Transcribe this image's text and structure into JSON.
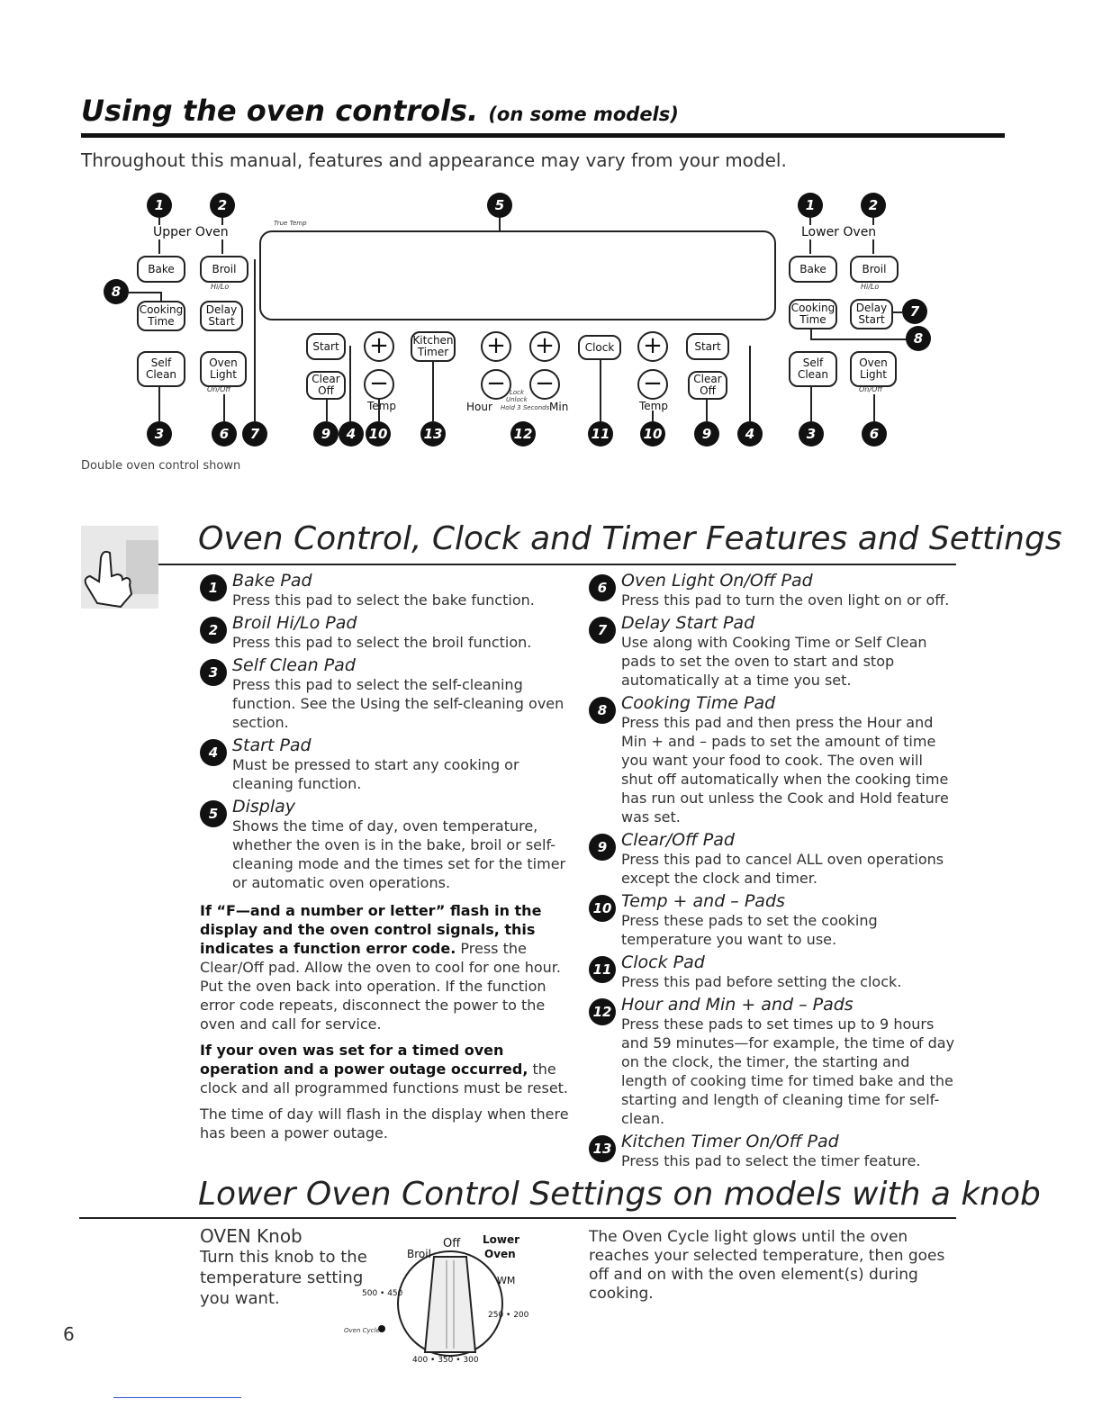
{
  "header": {
    "title": "Using the oven controls.",
    "title_sub": "(on some models)",
    "intro": "Throughout this manual, features and appearance may vary from your model."
  },
  "diagram": {
    "upper_oven": "Upper Oven",
    "lower_oven": "Lower Oven",
    "true_temp": "True Temp",
    "bake": "Bake",
    "broil": "Broil",
    "hi_lo": "Hi/Lo",
    "cooking_time": [
      "Cooking",
      "Time"
    ],
    "delay_start": [
      "Delay",
      "Start"
    ],
    "self_clean": [
      "Self",
      "Clean"
    ],
    "oven_light": [
      "Oven",
      "Light"
    ],
    "on_off": "On/Off",
    "start": "Start",
    "clear_off": [
      "Clear",
      "Off"
    ],
    "kitchen_timer": [
      "Kitchen",
      "Timer"
    ],
    "clock": "Clock",
    "temp": "Temp",
    "hour": "Hour",
    "hold": "Hold 3 Seconds",
    "min": "Min",
    "lock": "Lock",
    "unlock": "Unlock",
    "plus": "+",
    "minus": "−",
    "caption": "Double oven control shown"
  },
  "features": {
    "title": "Oven Control, Clock and Timer Features and Settings",
    "left": [
      {
        "num": "1",
        "name": "Bake Pad",
        "desc": "Press this pad to select the bake function."
      },
      {
        "num": "2",
        "name": "Broil Hi/Lo Pad",
        "desc": "Press this pad to select the broil function."
      },
      {
        "num": "3",
        "name": "Self Clean Pad",
        "desc": "Press this pad to select the self-cleaning function. See the Using the self-cleaning oven section."
      },
      {
        "num": "4",
        "name": "Start Pad",
        "desc": "Must be pressed to start any cooking or cleaning function."
      },
      {
        "num": "5",
        "name": "Display",
        "desc": "Shows the time of day, oven temperature, whether the oven is in the bake, broil or self-cleaning mode and the times set for the timer or automatic oven operations."
      }
    ],
    "error_bold": "If “F—and a number or letter” flash in the display and the oven control signals, this indicates a function error code.",
    "error_text": " Press the Clear/Off pad. Allow the oven to cool for one hour. Put the oven back into operation. If the function error code repeats, disconnect the power to the oven and call for service.",
    "outage_bold": "If your oven was set for a timed oven operation and a power outage occurred,",
    "outage_text": " the clock and all programmed functions must be reset.",
    "flash_text": "The time of day will flash in the display when there has been a power outage.",
    "right": [
      {
        "num": "6",
        "name": "Oven Light On/Off Pad",
        "desc": "Press this pad to turn the oven light on or off."
      },
      {
        "num": "7",
        "name": "Delay Start Pad",
        "desc": "Use along with Cooking Time or Self Clean pads to set the oven to start and stop automatically at a time you set."
      },
      {
        "num": "8",
        "name": "Cooking Time Pad",
        "desc": "Press this pad and then press the Hour and Min + and – pads to set the amount of time you want your food to cook. The oven will shut off automatically when the cooking time has run out unless the Cook and Hold feature was set."
      },
      {
        "num": "9",
        "name": "Clear/Off Pad",
        "desc": "Press this pad to cancel ALL oven operations except the clock and timer."
      },
      {
        "num": "10",
        "name": "Temp + and – Pads",
        "desc": "Press these pads to set the cooking temperature you want to use."
      },
      {
        "num": "11",
        "name": "Clock Pad",
        "desc": "Press this pad before setting the clock."
      },
      {
        "num": "12",
        "name": "Hour and Min + and – Pads",
        "desc": "Press these pads to set times up to 9 hours and 59 minutes—for example, the time of day on the clock, the timer, the starting and length of cooking time for timed bake and the starting and length of cleaning time for self-clean."
      },
      {
        "num": "13",
        "name": "Kitchen Timer On/Off Pad",
        "desc": "Press this pad to select the timer feature."
      }
    ]
  },
  "lower": {
    "title": "Lower Oven Control Settings on models with a knob",
    "knob_name": "OVEN Knob",
    "knob_desc": "Turn this knob to the temperature setting you want.",
    "off": "Off",
    "broil": "Broil",
    "lower_oven": [
      "Lower",
      "Oven"
    ],
    "wm": "WM",
    "oven_cycle": "Oven Cycle",
    "dial_left": "500 • 450",
    "dial_bottom": "400 • 350 • 300",
    "dial_right": "250 • 200",
    "light_text": "The Oven Cycle light glows until the oven reaches your selected temperature, then goes off and on with the oven element(s) during cooking."
  },
  "page_number": "6"
}
